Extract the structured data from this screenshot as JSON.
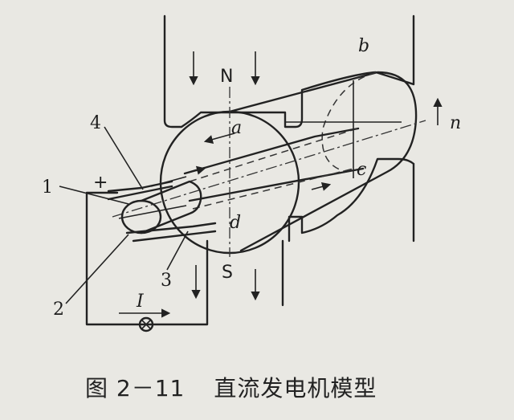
{
  "figure": {
    "caption_number": "图 2－11",
    "caption_title": "直流发电机模型"
  },
  "labels": {
    "pole_north": "N",
    "pole_south": "S",
    "coil_a": "a",
    "coil_b": "b",
    "coil_c": "c",
    "coil_d": "d",
    "speed_n": "n",
    "part_1": "1",
    "part_2": "2",
    "part_3": "3",
    "part_4": "4",
    "plus_sign": "+",
    "current_I": "I"
  }
}
